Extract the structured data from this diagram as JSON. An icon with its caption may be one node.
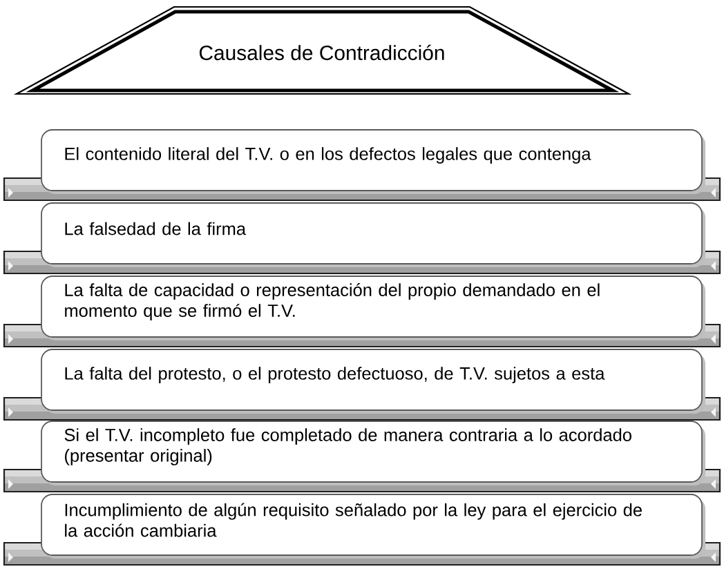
{
  "diagram": {
    "nodes": [
      {
        "text": [
          "Causales de Contradicción"
        ]
      },
      {
        "text": [
          "El contenido literal del T.V. o en los defectos legales que contenga"
        ]
      },
      {
        "text": [
          "La falsedad de la firma"
        ]
      },
      {
        "text": [
          "La falta de capacidad o representación del propio demandado en el momento que se firmó el T.V."
        ]
      },
      {
        "text": [
          "La falta del protesto, o el protesto defectuoso, de T.V. sujetos a esta"
        ]
      },
      {
        "text": [
          "Si el T.V. incompleto fue completado de manera contraria a lo acordado (presentar original)"
        ]
      },
      {
        "text": [
          "Incumplimiento de algún requisito señalado por la ley para el ejercicio de la acción cambiaria"
        ]
      }
    ]
  }
}
